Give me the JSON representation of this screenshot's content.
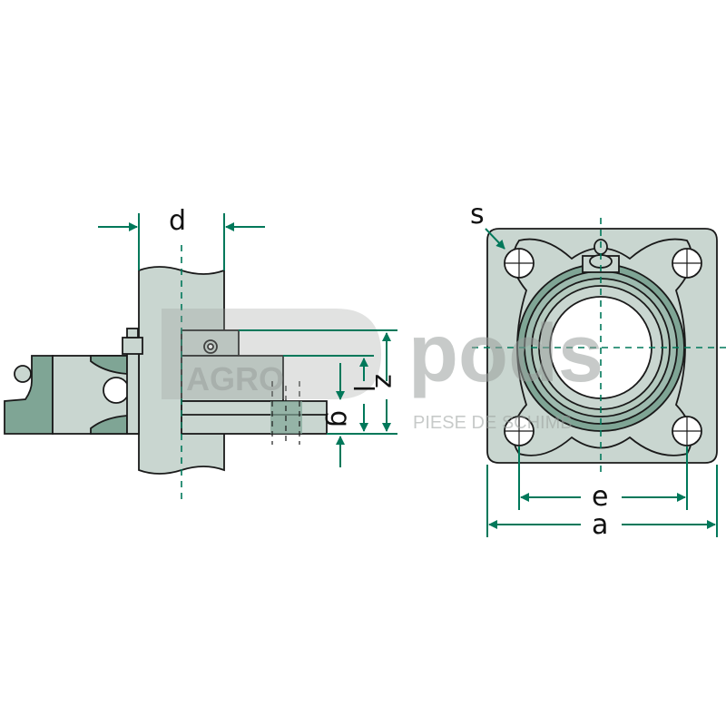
{
  "title": "Flanged bearing unit dimension diagram",
  "labels": {
    "d": "d",
    "s": "s",
    "e": "e",
    "a": "a",
    "g": "g",
    "l": "l",
    "z": "z"
  },
  "watermark": {
    "brand_left": "AGRO",
    "brand_right": "pods",
    "tagline": "PIESE DE SCHIMB"
  },
  "colors": {
    "body": "#c9d6d0",
    "dark": "#7fa595",
    "arrow": "#00785a",
    "outline": "#1a1a1a"
  }
}
